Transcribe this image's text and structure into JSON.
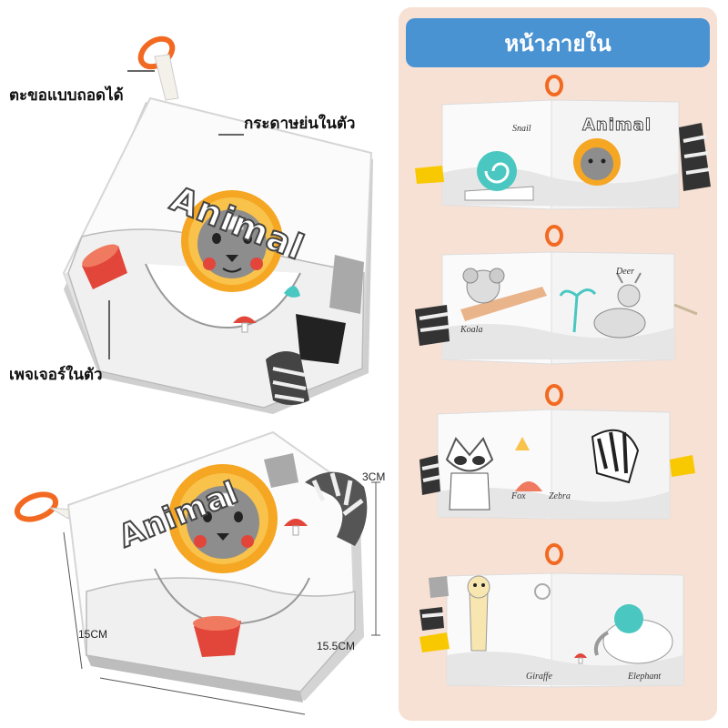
{
  "callouts": {
    "detachable_hook": "ตะขอแบบถอดได้",
    "crinkle_paper": "กระดาษย่นในตัว",
    "built_in_teether": "เพจเจอร์ในตัว"
  },
  "dimensions": {
    "thickness": "3CM",
    "width": "15CM",
    "length": "15.5CM"
  },
  "book": {
    "cover_title": "Animal"
  },
  "inside_panel": {
    "heading": "หน้าภายใน",
    "spreads": [
      {
        "left_label": "Snail",
        "right_title": "Animal"
      },
      {
        "left_label": "Koala",
        "right_label": "Deer"
      },
      {
        "left_label": "Fox",
        "right_label": "Zebra"
      },
      {
        "left_label": "Giraffe",
        "right_label": "Elephant"
      }
    ]
  },
  "colors": {
    "panel_bg": "#f7e1d4",
    "panel_header": "#4a93d3",
    "ring_orange": "#f26a21",
    "lion_mane": "#f5a623",
    "accent_teal": "#49c7c0",
    "accent_red": "#e2463b"
  }
}
